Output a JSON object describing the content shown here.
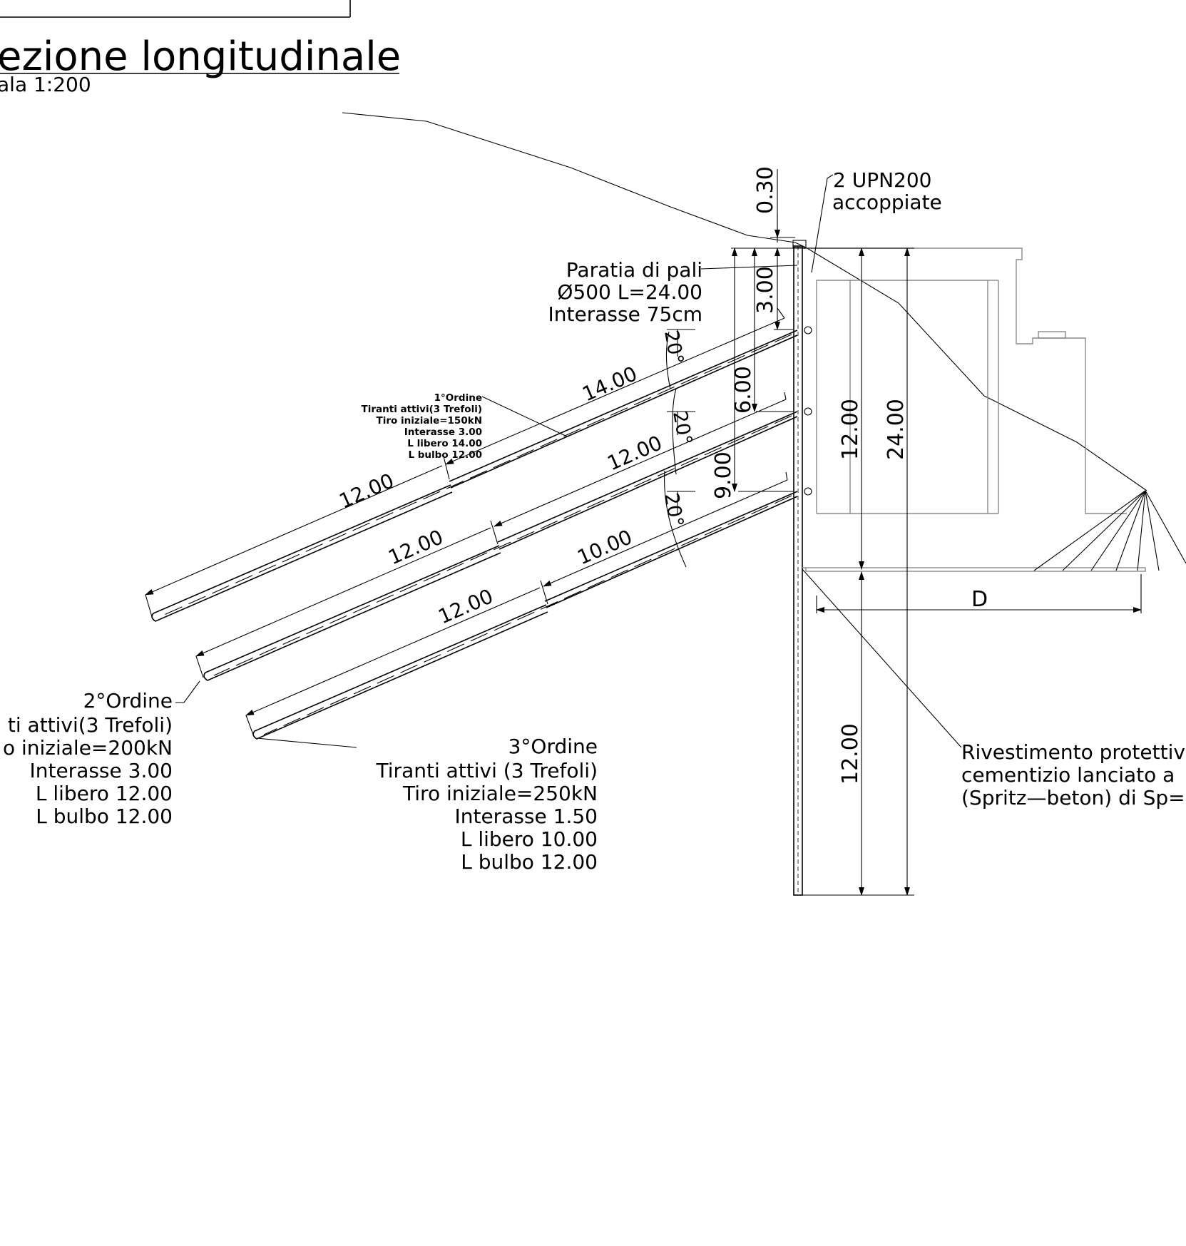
{
  "title": "ezione  longitudinale",
  "scale": "ala  1:200",
  "dims": {
    "d030": "0.30",
    "d300": "3.00",
    "d600": "6.00",
    "d900": "9.00",
    "d1200_top": "12.00",
    "d2400": "24.00",
    "d1200_bottom": "12.00",
    "D": "D",
    "a1": "20°",
    "a2": "20°",
    "a3": "20°",
    "t1_free": "14.00",
    "t1_bulb": "12.00",
    "t2_free": "12.00",
    "t2_bulb": "12.00",
    "t3_free": "10.00",
    "t3_bulb": "12.00"
  },
  "upn": {
    "line1": "2  UPN200",
    "line2": "accoppiate"
  },
  "paratia": {
    "line1": "Paratia  di  pali",
    "line2": "Ø500  L=24.00",
    "line3": "Interasse  75cm"
  },
  "order1": {
    "line1": "1°Ordine",
    "line2": "Tiranti  attivi(3  Trefoli)",
    "line3": "Tiro  iniziale=150kN",
    "line4": "Interasse  3.00",
    "line5": "L  libero  14.00",
    "line6": "L  bulbo  12.00"
  },
  "order2": {
    "line1": "2°Ordine",
    "line2": "ti  attivi(3  Trefoli)",
    "line3": "o  iniziale=200kN",
    "line4": "Interasse  3.00",
    "line5": "L  libero  12.00",
    "line6": "L  bulbo  12.00"
  },
  "order3": {
    "line1": "3°Ordine",
    "line2": "Tiranti  attivi  (3  Trefoli)",
    "line3": "Tiro  iniziale=250kN",
    "line4": "Interasse  1.50",
    "line5": "L  libero  10.00",
    "line6": "L  bulbo  12.00"
  },
  "rivestimento": {
    "line1": "Rivestimento  protettivo",
    "line2": "cementizio  lanciato  a",
    "line3": "(Spritz—beton)  di  Sp="
  }
}
